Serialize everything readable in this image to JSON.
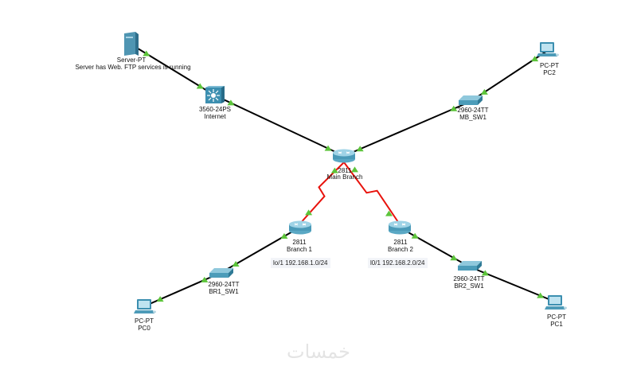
{
  "devices": [
    {
      "id": "server",
      "type": "server",
      "model": "Server-PT",
      "name": "Server has Web. FTP services is running"
    },
    {
      "id": "internet",
      "type": "multilayer-switch",
      "model": "3560-24PS",
      "name": "Internet"
    },
    {
      "id": "main",
      "type": "router",
      "model": "2811",
      "name": "Main Branch"
    },
    {
      "id": "mbsw1",
      "type": "switch",
      "model": "2960-24TT",
      "name": "MB_SW1"
    },
    {
      "id": "pc2",
      "type": "pc",
      "model": "PC-PT",
      "name": "PC2"
    },
    {
      "id": "br1",
      "type": "router",
      "model": "2811",
      "name": "Branch 1"
    },
    {
      "id": "br2",
      "type": "router",
      "model": "2811",
      "name": "Branch 2"
    },
    {
      "id": "br1sw1",
      "type": "switch",
      "model": "2960-24TT",
      "name": "BR1_SW1"
    },
    {
      "id": "br2sw1",
      "type": "switch",
      "model": "2960-24TT",
      "name": "BR2_SW1"
    },
    {
      "id": "pc0",
      "type": "pc",
      "model": "PC-PT",
      "name": "PC0"
    },
    {
      "id": "pc1",
      "type": "pc",
      "model": "PC-PT",
      "name": "PC1"
    }
  ],
  "links": [
    {
      "from": "server",
      "to": "internet",
      "kind": "copper",
      "status": "up"
    },
    {
      "from": "internet",
      "to": "main",
      "kind": "copper",
      "status": "up"
    },
    {
      "from": "pc2",
      "to": "mbsw1",
      "kind": "copper",
      "status": "up"
    },
    {
      "from": "mbsw1",
      "to": "main",
      "kind": "copper",
      "status": "up"
    },
    {
      "from": "main",
      "to": "br1",
      "kind": "serial",
      "status": "up"
    },
    {
      "from": "main",
      "to": "br2",
      "kind": "serial",
      "status": "up"
    },
    {
      "from": "br1",
      "to": "br1sw1",
      "kind": "copper",
      "status": "up"
    },
    {
      "from": "br1sw1",
      "to": "pc0",
      "kind": "copper",
      "status": "up"
    },
    {
      "from": "br2",
      "to": "br2sw1",
      "kind": "copper",
      "status": "up"
    },
    {
      "from": "br2sw1",
      "to": "pc1",
      "kind": "copper",
      "status": "up"
    }
  ],
  "notes": {
    "branch1": "lo/1 192.168.1.0/24",
    "branch2": "l0/1 192.168.2.0/24"
  },
  "colors": {
    "copper": "#000000",
    "serial": "#e8120c",
    "link_up": "#5cc43a"
  },
  "watermark": "خمسات"
}
